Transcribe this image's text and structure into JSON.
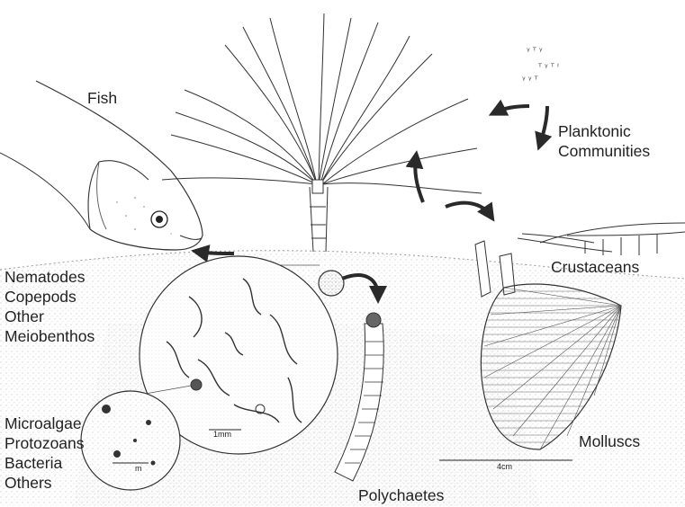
{
  "labels": {
    "fish": "Fish",
    "planktonic": [
      "Planktonic",
      "Communities"
    ],
    "crustaceans": "Crustaceans",
    "meiobenthos": [
      "Nematodes",
      "Copepods",
      "Other",
      "Meiobenthos"
    ],
    "microbes": [
      "Microalgae",
      "Protozoans",
      "Bacteria",
      "Others"
    ],
    "molluscs": "Molluscs",
    "polychaetes": "Polychaetes"
  },
  "scales": {
    "meio": "1mm",
    "micro": "m",
    "macro": "4cm"
  },
  "colors": {
    "ink": "#1f1f1f",
    "sediment": "#9a9a9a",
    "arrow": "#2a2a2a"
  }
}
